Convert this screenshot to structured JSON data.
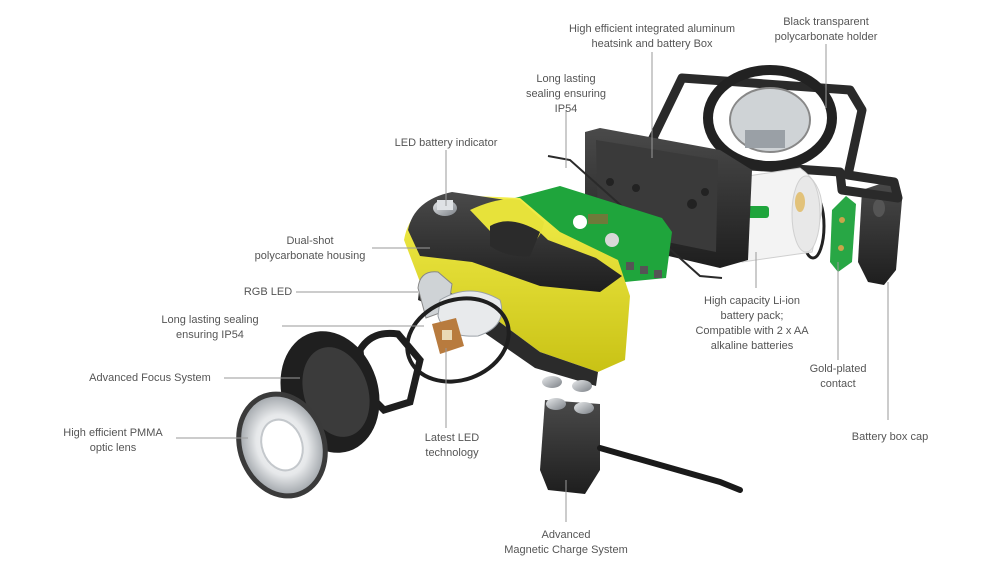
{
  "palette": {
    "accent_yellow": "#e9e21f",
    "housing_dark": "#2b2b2b",
    "pcb_green": "#1fa53c",
    "metal": "#9aa0a6",
    "battery_white": "#f2f2f2",
    "label_text": "#555555",
    "leader_line": "#9a9a9a"
  },
  "labels": {
    "heatsink": [
      "High efficient  integrated aluminum",
      "heatsink and battery Box"
    ],
    "holder": [
      "Black transparent",
      "polycarbonate holder"
    ],
    "sealing_top": [
      "Long lasting",
      "sealing ensuring",
      "IP54"
    ],
    "led_indicator": [
      "LED battery indicator"
    ],
    "housing": [
      "Dual-shot",
      "polycarbonate housing"
    ],
    "rgb_led": [
      "RGB LED"
    ],
    "sealing_left": [
      "Long lasting sealing",
      "ensuring  IP54"
    ],
    "focus": [
      "Advanced Focus System"
    ],
    "optic": [
      "High efficient PMMA",
      "optic lens"
    ],
    "latest_led": [
      "Latest LED",
      "technology"
    ],
    "magnetic": [
      "Advanced",
      "Magnetic Charge System"
    ],
    "battery": [
      "High capacity Li-ion",
      "battery pack;",
      "Compatible with 2 x AA",
      "alkaline batteries"
    ],
    "gold_contact": [
      "Gold-plated",
      "contact"
    ],
    "battery_cap": [
      "Battery box cap"
    ]
  }
}
